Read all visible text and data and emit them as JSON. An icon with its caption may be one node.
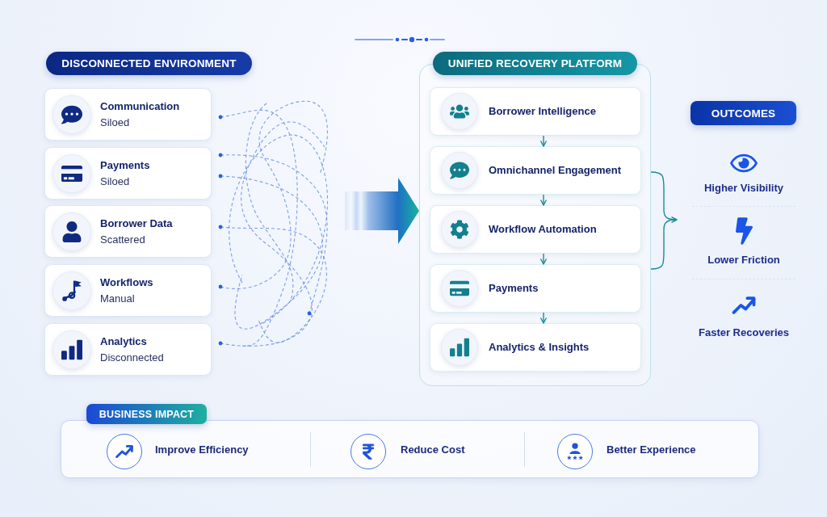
{
  "diagram": {
    "nodes": [
      {
        "text": [
          "DISCONNECTED ENVIRONMENT"
        ]
      },
      {
        "text": [
          "Communication",
          "Siloed"
        ]
      },
      {
        "text": [
          "Payments",
          "Siloed"
        ]
      },
      {
        "text": [
          "Borrower Data",
          "Scattered"
        ]
      },
      {
        "text": [
          "Workflows",
          "Manual"
        ]
      },
      {
        "text": [
          "Analytics",
          "Disconnected"
        ]
      },
      {
        "text": [],
        "shape": "box"
      },
      {
        "text": [
          "UNIFIED RECOVERY PLATFORM"
        ]
      },
      {
        "text": [
          "Borrower Intelligence"
        ],
        "in": 6
      },
      {
        "text": [
          "Omnichannel Engagement"
        ],
        "in": 6
      },
      {
        "text": [
          "Workflow Automation"
        ],
        "in": 6
      },
      {
        "text": [
          "Payments"
        ],
        "in": 6
      },
      {
        "text": [
          "Analytics & Insights"
        ],
        "in": 6
      },
      {
        "text": [
          "OUTCOMES"
        ]
      },
      {
        "text": [
          "BUSINESS IMPACT"
        ]
      },
      {
        "text": [
          "Improve Efficiency",
          "Reduce Cost",
          "Better Experience"
        ]
      }
    ],
    "edges": [
      {
        "from": null,
        "to": 6,
        "arrow": "to",
        "style": "thick"
      },
      {
        "from": 8,
        "to": 9,
        "arrow": "to"
      },
      {
        "from": 9,
        "to": 10,
        "arrow": "to"
      },
      {
        "from": 10,
        "to": 11,
        "arrow": "to"
      },
      {
        "from": 11,
        "to": 12,
        "arrow": "to"
      },
      {
        "from": 6,
        "to": null,
        "arrow": "to"
      }
    ],
    "labels": [
      "Higher Visibility",
      "Lower Friction",
      "Faster Recoveries"
    ]
  }
}
